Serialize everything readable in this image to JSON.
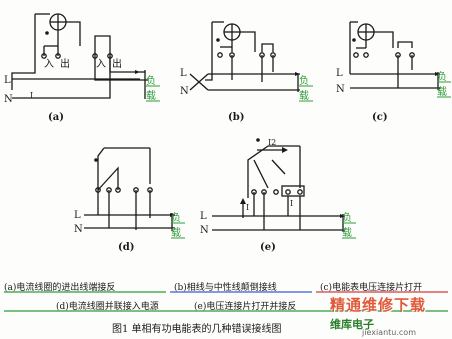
{
  "diagrams": {
    "a": {
      "label": "(a)",
      "in_label": "入",
      "out_label": "出",
      "in_label_2": "入",
      "out_label_2": "出",
      "L": "L",
      "N": "N",
      "current": "I",
      "load": "负",
      "load2": "载"
    },
    "b": {
      "label": "(b)",
      "L": "L",
      "N": "N",
      "load": "负",
      "load2": "载"
    },
    "c": {
      "label": "(c)",
      "L": "L",
      "N": "N",
      "load": "负",
      "load2": "载"
    },
    "d": {
      "label": "(d)",
      "L": "L",
      "N": "N",
      "load": "负",
      "load2": "载"
    },
    "e": {
      "label": "(e)",
      "L": "L",
      "N": "N",
      "I1": "I",
      "I2": "I2",
      "I3": "I",
      "load": "负",
      "load2": "载"
    }
  },
  "captions": {
    "a": "(a)电流线圈的进出线端接反",
    "b": "(b)相线与中性线颠倒接线",
    "c": "(c)电能表电压连接片打开",
    "d": "(d)电流线圈并联接入电源",
    "e": "(e)电压连接片打开并接反"
  },
  "figure_title": "图1 单相有功电能表的几种错误接线图",
  "watermark": {
    "main": "精通维修下载",
    "sub": "维库电子",
    "url": "jiexiantu.com"
  },
  "colors": {
    "ink": "#1a1a1a",
    "underline_blue": "#3b5bd6",
    "underline_green": "#2e9a3a",
    "underline_red": "#d23c3c",
    "load_green": "#2e9a3a",
    "watermark_orange": "#e05a3a"
  }
}
